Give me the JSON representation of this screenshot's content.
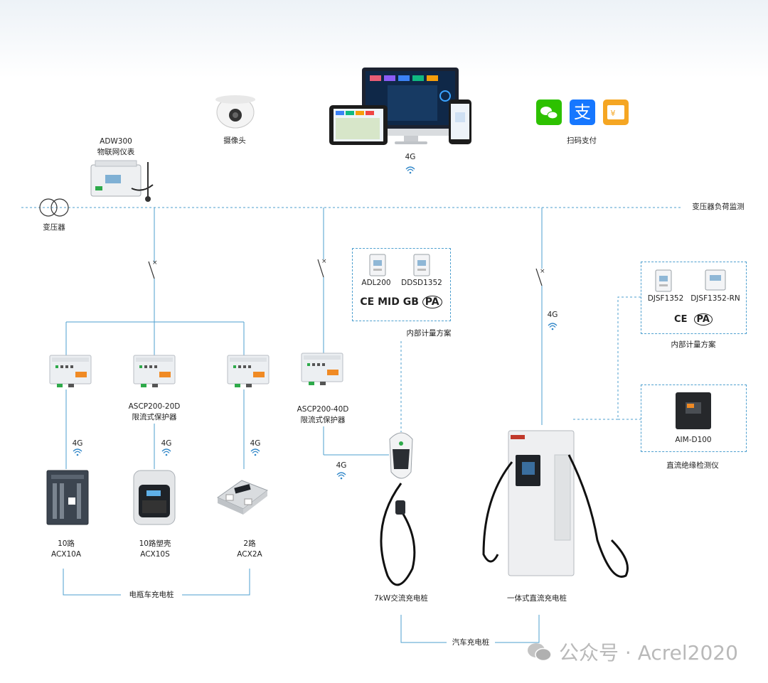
{
  "labels": {
    "adw300": "ADW300",
    "adw300_desc": "物联网仪表",
    "camera": "摄像头",
    "platform_4g": "4G",
    "payment": "扫码支付",
    "transformer": "变压器",
    "transformer_monitor": "变压器负荷监测",
    "adl200": "ADL200",
    "ddsd1352": "DDSD1352",
    "internal_metering_1": "内部计量方案",
    "djsf1352": "DJSF1352",
    "djsf1352rn": "DJSF1352-RN",
    "internal_metering_2": "内部计量方案",
    "aim_d100": "AIM-D100",
    "aim_desc": "直流绝缘检测仪",
    "ascp20_model": "ASCP200-20D",
    "ascp20_desc": "限流式保护器",
    "ascp40_model": "ASCP200-40D",
    "ascp40_desc": "限流式保护器",
    "g4_a": "4G",
    "g4_b": "4G",
    "g4_c": "4G",
    "g4_d": "4G",
    "g4_e": "4G",
    "acx10a_line1": "10路",
    "acx10a_line2": "ACX10A",
    "acx10s_line1": "10路塑壳",
    "acx10s_line2": "ACX10S",
    "acx2a_line1": "2路",
    "acx2a_line2": "ACX2A",
    "ebike_group": "电瓶车充电桩",
    "ac_charger": "7kW交流充电桩",
    "dc_charger": "一体式直流充电桩",
    "car_group": "汽车充电桩",
    "cert_mid": "MID",
    "cert_gb": "GB",
    "cert_pa": "PA",
    "cert_ce": "CE",
    "brand": "Acrel",
    "watermark": "公众号 · Acrel2020"
  },
  "colors": {
    "line": "#4d9fcf",
    "wechat": "#2dc100",
    "alipay": "#1677ff",
    "wallet": "#f5a623",
    "accent_orange": "#f08a24"
  },
  "icons": [
    "transformer-icon",
    "meter-icon",
    "camera-icon",
    "monitor-icon",
    "tablet-icon",
    "phone-icon",
    "wechat-pay-icon",
    "alipay-icon",
    "wallet-icon",
    "wifi-icon",
    "switch-icon",
    "protector-icon",
    "charger-icon"
  ]
}
